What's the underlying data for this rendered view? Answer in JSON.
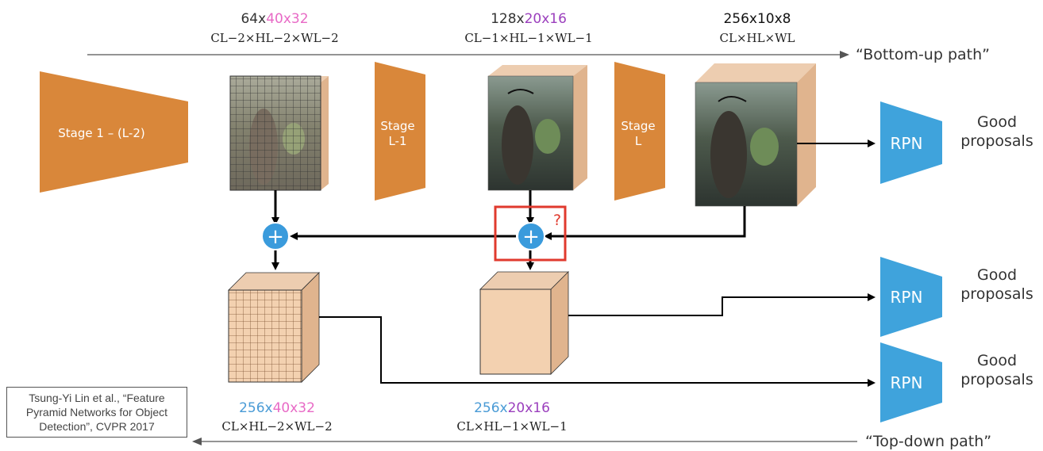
{
  "colors": {
    "stage_orange": "#D9873A",
    "box_tan": "#F3D1B0",
    "box_side": "#E0B48E",
    "box_top": "#EDCDB0",
    "rpn_blue": "#3FA3DC",
    "plus_blue": "#3A9BDC",
    "highlight_red": "#E03A2E",
    "pink": "#E86AC6",
    "purple": "#9B3FBD",
    "teal_blue": "#4A9BD6",
    "line_gray": "#666666"
  },
  "stages": [
    {
      "label": "Stage 1 – (L-2)"
    },
    {
      "label": "Stage\nL-1"
    },
    {
      "label": "Stage\nL"
    }
  ],
  "top_dims": [
    {
      "prefix": "64x",
      "suffix": "40x32",
      "suffix_color": "pink",
      "formula": "CL−2×HL−2×WL−2"
    },
    {
      "prefix": "128x",
      "suffix": "20x16",
      "suffix_color": "purple",
      "formula": "CL−1×HL−1×WL−1"
    },
    {
      "prefix": "256x10x8",
      "suffix": "",
      "suffix_color": "",
      "formula": "CL×HL×WL"
    }
  ],
  "bottom_dims": [
    {
      "prefix": "256x",
      "suffix": "40x32",
      "suffix_color": "pink",
      "formula": "CL×HL−2×WL−2"
    },
    {
      "prefix": "256x",
      "suffix": "20x16",
      "suffix_color": "purple",
      "formula": "CL×HL−1×WL−1"
    }
  ],
  "bottom_up_label": "“Bottom-up path”",
  "top_down_label": "“Top-down path”",
  "rpn_label": "RPN",
  "proposals": [
    "Good\nproposals",
    "Good\nproposals",
    "Good\nproposals"
  ],
  "plus_symbol": "+",
  "question_mark": "?",
  "citation": "Tsung-Yi Lin et al., “Feature Pyramid Networks for Object Detection”, CVPR 2017"
}
